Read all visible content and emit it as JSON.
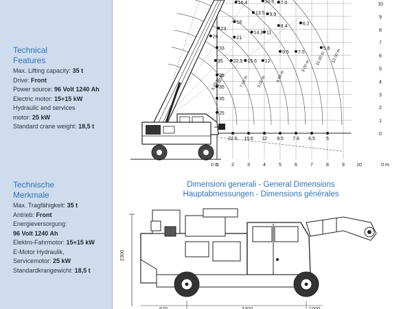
{
  "sidebar": {
    "en": {
      "title": [
        "Technical",
        "Features"
      ],
      "lines": [
        {
          "label": "Max. Lifting capacity:",
          "value": "35 t"
        },
        {
          "label": "Drive:",
          "value": "Front"
        },
        {
          "label": "Power source:",
          "value": "96 Volt 1240 Ah"
        },
        {
          "label": "Electric motor:",
          "value": "15+15 kW"
        },
        {
          "label": "Hydraulic and services",
          "value": ""
        },
        {
          "label": "motor:",
          "value": "25 kW"
        },
        {
          "label": "Standard crane weight:",
          "value": "18,5 t"
        }
      ]
    },
    "de": {
      "title": [
        "Technische",
        "Merkmale"
      ],
      "lines": [
        {
          "label": "Max. Tragfähigkeit:",
          "value": "35 t"
        },
        {
          "label": "Antrieb:",
          "value": "Front"
        },
        {
          "label": "Energieversorgung:",
          "value": ""
        },
        {
          "label": "",
          "value": "96 Volt 1240 Ah"
        },
        {
          "label": "Elektro-Fahrmotor:",
          "value": "15+15 kW"
        },
        {
          "label": "E-Motor Hydraulik,",
          "value": ""
        },
        {
          "label": "Servicemotor:",
          "value": "25 kW"
        },
        {
          "label": "Standardkrangewicht:",
          "value": "18,5 t"
        }
      ]
    }
  },
  "load_chart": {
    "right_scale": [
      "10",
      "9",
      "8",
      "7",
      "6",
      "5",
      "4",
      "3",
      "2",
      "1",
      "0"
    ],
    "bottom_scale": [
      "0 m",
      "1",
      "2",
      "3",
      "4",
      "5",
      "6",
      "7",
      "8",
      "9",
      "10",
      "0 m"
    ],
    "capacities": [
      {
        "v": "16.4",
        "r": 1.2,
        "h": 10.1
      },
      {
        "v": "10.6",
        "r": 2.9,
        "h": 10.2
      },
      {
        "v": "7.0",
        "r": 3.9,
        "h": 10.1
      },
      {
        "v": "13.5",
        "r": 2.3,
        "h": 9.3
      },
      {
        "v": "9.9",
        "r": 3.2,
        "h": 9.2
      },
      {
        "v": "18",
        "r": 1.1,
        "h": 8.6
      },
      {
        "v": "6.2",
        "r": 5.3,
        "h": 8.5
      },
      {
        "v": "8.4",
        "r": 3.9,
        "h": 8.3
      },
      {
        "v": "23",
        "r": 0.1,
        "h": 8.1
      },
      {
        "v": "14.8",
        "r": 2.2,
        "h": 7.8
      },
      {
        "v": "11",
        "r": 3.0,
        "h": 7.8
      },
      {
        "v": "26",
        "r": -0.4,
        "h": 7.5
      },
      {
        "v": "21",
        "r": 1.1,
        "h": 7.4
      },
      {
        "v": "33",
        "r": 0.0,
        "h": 6.6
      },
      {
        "v": "5.8",
        "r": 6.6,
        "h": 6.6
      },
      {
        "v": "9.5",
        "r": 4.0,
        "h": 6.3
      },
      {
        "v": "7.5",
        "r": 5.0,
        "h": 6.3
      },
      {
        "v": "35",
        "r": -0.1,
        "h": 5.6
      },
      {
        "v": "22.5",
        "r": 0.9,
        "h": 5.6
      },
      {
        "v": "15.6",
        "r": 1.8,
        "h": 5.6
      },
      {
        "v": "12",
        "r": 2.9,
        "h": 5.6
      },
      {
        "v": "35",
        "r": 0.0,
        "h": 4.5
      },
      {
        "v": "35",
        "r": 0.0,
        "h": 3.6
      },
      {
        "v": "35",
        "r": 0.0,
        "h": 2.7
      },
      {
        "v": "25",
        "r": 0.0,
        "h": 1.6
      }
    ],
    "boom_labels": [
      {
        "t": "10.00 m",
        "r": 6.4,
        "h": 5.2
      },
      {
        "t": "12.00 m",
        "r": 7.4,
        "h": 5.4
      },
      {
        "t": "9.00 m",
        "r": 5.5,
        "h": 4.7
      },
      {
        "t": "8.00 m",
        "r": 3.9,
        "h": 3.9
      },
      {
        "t": "7.00 m",
        "r": 1.6,
        "h": 3.5
      },
      {
        "t": "6.00 m",
        "r": 0.1,
        "h": 3.6
      },
      {
        "t": "5.00 m",
        "r": -0.2,
        "h": 3.3
      },
      {
        "t": "3.00 m",
        "r": 2.7,
        "h": 3.5
      }
    ],
    "bottom_caps": [
      "22.5",
      "15.6",
      "12",
      "9.5",
      "7.8",
      "6.5",
      "5"
    ]
  },
  "dimensions": {
    "title_line1": "Dimensioni generali - General Dimensions",
    "title_line2": "Hauptabmessungen - Dimensions générales",
    "height_label": "2300",
    "bottom_labels": [
      "870",
      "3300",
      "1000"
    ]
  },
  "colors": {
    "sidebar_bg": "#cfdcee",
    "accent_blue": "#2f72b8",
    "line": "#222222"
  }
}
